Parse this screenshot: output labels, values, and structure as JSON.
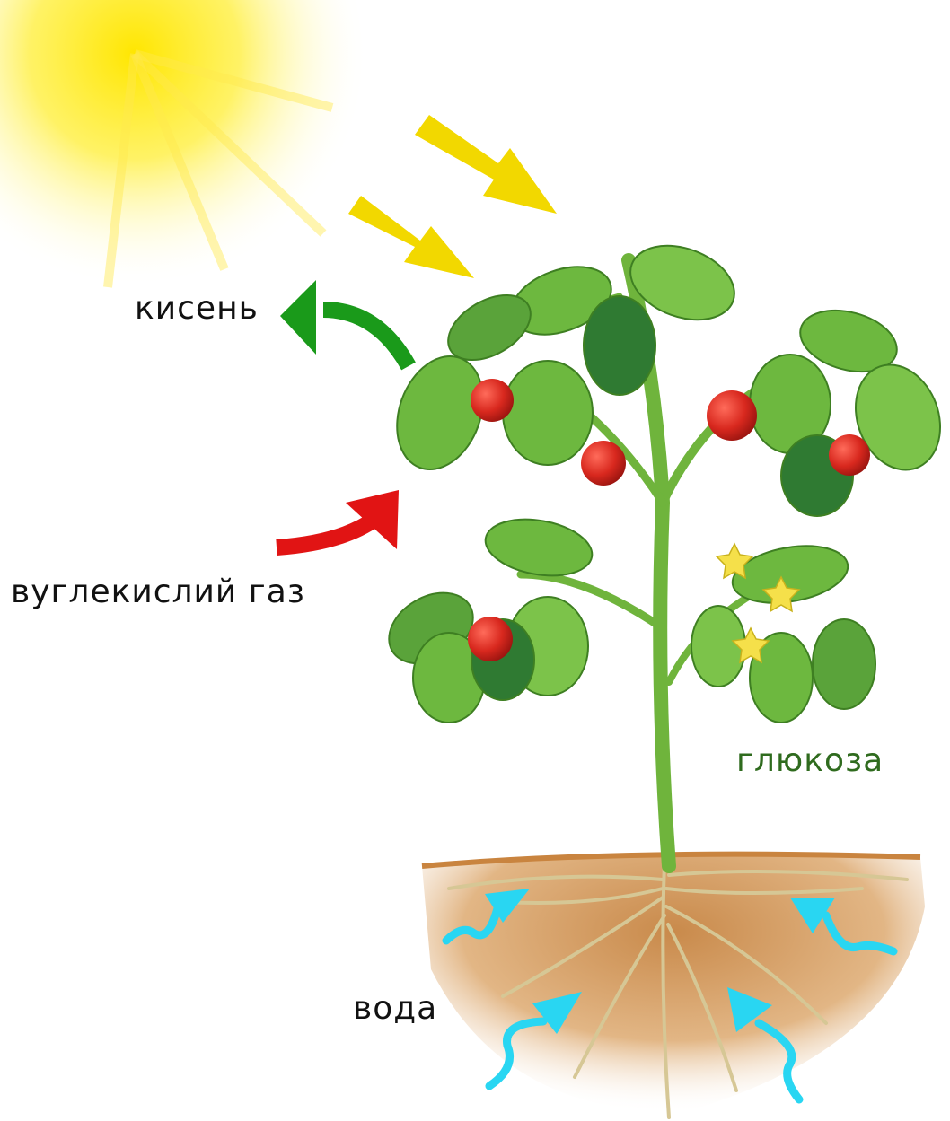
{
  "labels": {
    "oxygen": "кисень",
    "carbon_dioxide": "вуглекислий газ",
    "glucose": "глюкоза",
    "water": "вода"
  },
  "colors": {
    "oxygen_arrow": "#1a9a1a",
    "co2_arrow": "#e11414",
    "sun_arrows": "#f2d800",
    "water_arrows": "#29d6f2",
    "glucose_text": "#2f6b1e",
    "sun": "#ffe800",
    "soil": "#d9a56a",
    "leaf": "#5fae3a",
    "tomato": "#d8281e"
  },
  "icons": {
    "sun": "sun-icon",
    "plant": "tomato-plant-illustration"
  }
}
